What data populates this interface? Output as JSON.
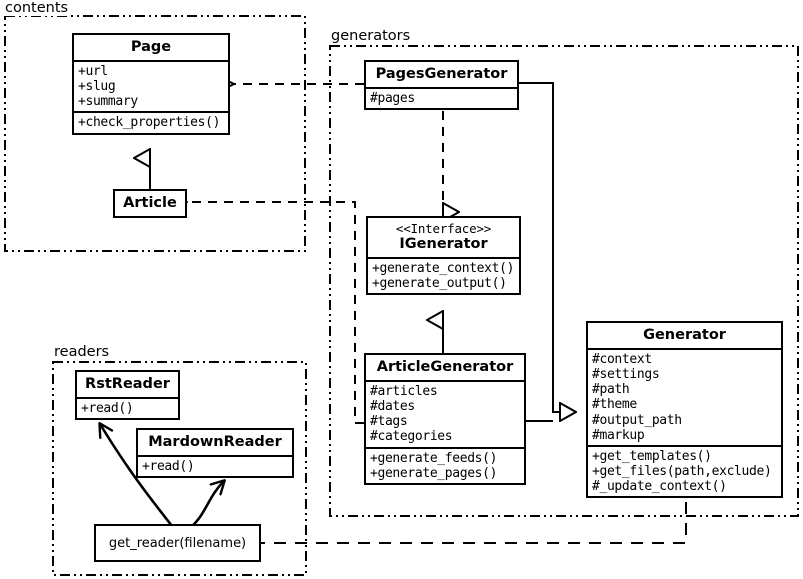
{
  "diagram": {
    "title": "Pelican architecture UML class diagram",
    "stroke_color": "#000000",
    "background": "#ffffff"
  },
  "packages": [
    {
      "id": "contents",
      "label": "contents"
    },
    {
      "id": "generators",
      "label": "generators"
    },
    {
      "id": "readers",
      "label": "readers"
    }
  ],
  "classes": {
    "page": {
      "name": "Page",
      "attributes": [
        "+url",
        "+slug",
        "+summary"
      ],
      "operations": [
        "+check_properties()"
      ]
    },
    "article": {
      "name": "Article",
      "attributes": [],
      "operations": []
    },
    "pages_generator": {
      "name": "PagesGenerator",
      "attributes": [
        "#pages"
      ],
      "operations": []
    },
    "igenerator": {
      "stereotype": "<<Interface>>",
      "name": "IGenerator",
      "attributes": [],
      "operations": [
        "+generate_context()",
        "+generate_output()"
      ]
    },
    "article_generator": {
      "name": "ArticleGenerator",
      "attributes": [
        "#articles",
        "#dates",
        "#tags",
        "#categories"
      ],
      "operations": [
        "+generate_feeds()",
        "+generate_pages()"
      ]
    },
    "generator": {
      "name": "Generator",
      "attributes": [
        "#context",
        "#settings",
        "#path",
        "#theme",
        "#output_path",
        "#markup"
      ],
      "operations": [
        "+get_templates()",
        "+get_files(path,exclude)",
        "#_update_context()"
      ]
    },
    "rst_reader": {
      "name": "RstReader",
      "attributes": [],
      "operations": [
        "+read()"
      ]
    },
    "mardown_reader": {
      "name": "MardownReader",
      "attributes": [],
      "operations": [
        "+read()"
      ]
    },
    "get_reader": {
      "name": "get_reader(filename)"
    }
  },
  "relationships": [
    {
      "id": "article-to-page",
      "type": "generalization",
      "from": "Article",
      "to": "Page"
    },
    {
      "id": "pagesgenerator-to-igenerator",
      "type": "realization",
      "from": "PagesGenerator",
      "to": "IGenerator"
    },
    {
      "id": "articlegenerator-to-igenerator",
      "type": "generalization",
      "from": "ArticleGenerator",
      "to": "IGenerator"
    },
    {
      "id": "pagesgenerator-to-generator",
      "type": "generalization",
      "from": "PagesGenerator",
      "to": "Generator"
    },
    {
      "id": "articlegenerator-to-generator",
      "type": "generalization",
      "from": "ArticleGenerator",
      "to": "Generator"
    },
    {
      "id": "pagesgenerator-to-page",
      "type": "dependency",
      "from": "PagesGenerator",
      "to": "Page"
    },
    {
      "id": "articlegenerator-to-article",
      "type": "dependency",
      "from": "ArticleGenerator",
      "to": "Article"
    },
    {
      "id": "generator-to-getreader",
      "type": "dependency",
      "from": "Generator",
      "to": "get_reader(filename)"
    },
    {
      "id": "getreader-to-rstreader",
      "type": "dependency",
      "from": "get_reader(filename)",
      "to": "RstReader"
    },
    {
      "id": "getreader-to-mardownreader",
      "type": "dependency",
      "from": "get_reader(filename)",
      "to": "MardownReader"
    }
  ]
}
